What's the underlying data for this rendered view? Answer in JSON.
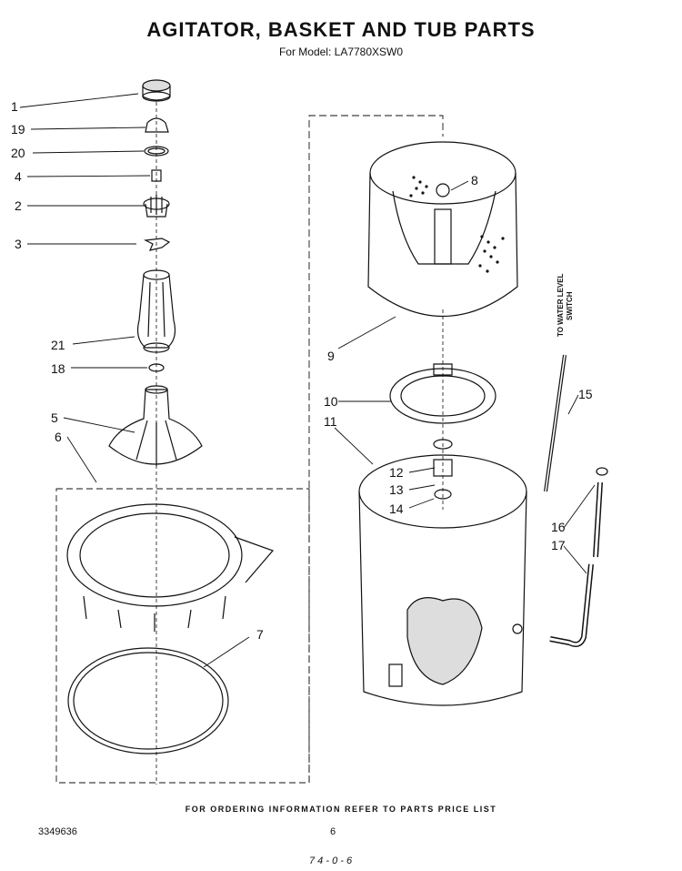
{
  "header": {
    "title": "AGITATOR, BASKET AND TUB PARTS",
    "subtitle": "For Model: LA7780XSW0"
  },
  "side_note": {
    "line1": "TO WATER LEVEL",
    "line2": "SWITCH"
  },
  "callouts": [
    "1",
    "19",
    "20",
    "4",
    "2",
    "3",
    "21",
    "18",
    "5",
    "6",
    "7",
    "8",
    "9",
    "10",
    "11",
    "12",
    "13",
    "14",
    "15",
    "16",
    "17"
  ],
  "footer": {
    "instruction": "FOR ORDERING INFORMATION REFER TO PARTS PRICE LIST",
    "doc_number": "3349636",
    "page_number": "6",
    "scribble": "7 4 - 0 - 6"
  },
  "colors": {
    "ink": "#111111",
    "paper": "#ffffff"
  }
}
